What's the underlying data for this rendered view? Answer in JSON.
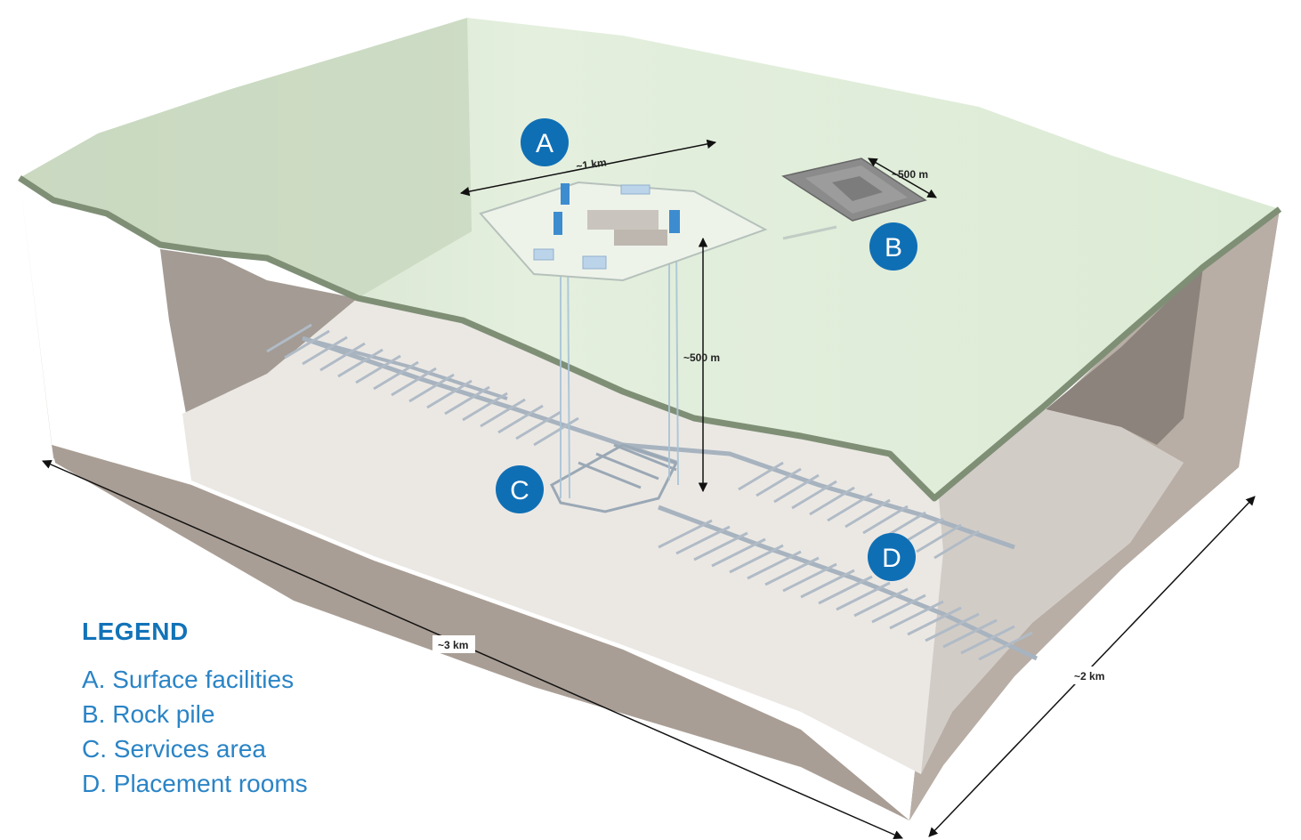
{
  "badges": {
    "a": "A",
    "b": "B",
    "c": "C",
    "d": "D"
  },
  "dimensions": {
    "surface_width": "~1 km",
    "rock_pile_width": "~500 m",
    "depth": "~500 m",
    "length": "~3 km",
    "width": "~2 km"
  },
  "legend": {
    "title": "LEGEND",
    "items": [
      "A. Surface facilities",
      "B. Rock pile",
      "C. Services area",
      "D. Placement rooms"
    ]
  },
  "colors": {
    "surface": "#e3eedd",
    "surface_edge": "#8a9a80",
    "rock_front": "#b7ada4",
    "rock_side": "#918880",
    "cavity_floor": "#ebe8e5",
    "badge": "#0f6fb5",
    "tunnels": "#9aa8b5",
    "legend_text": "#2a84c6"
  }
}
